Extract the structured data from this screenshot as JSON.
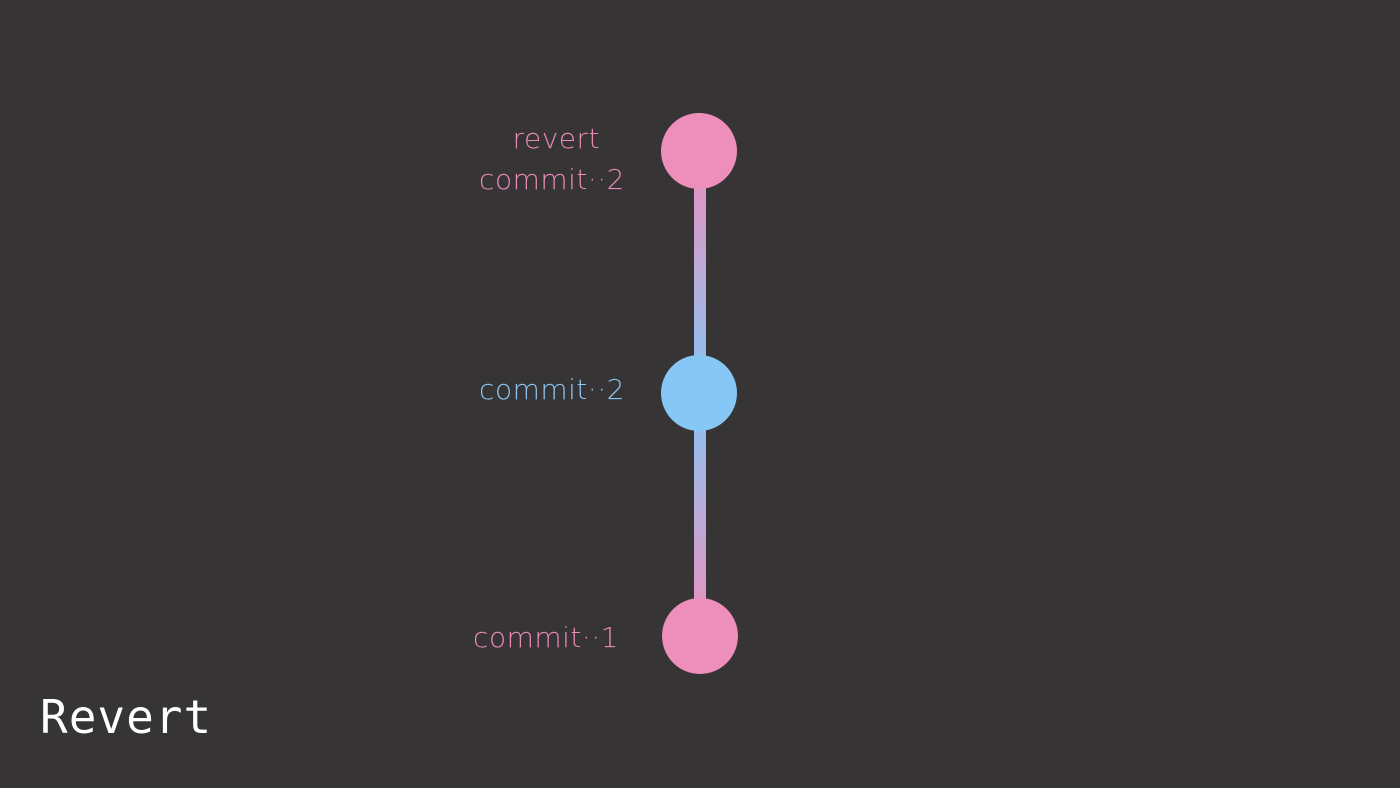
{
  "diagram": {
    "title": "Revert",
    "colors": {
      "background": "#363435",
      "pink": "#ee8ebb",
      "blue": "#86c7f6",
      "pink_label": "#e98ab7",
      "blue_label": "#8cc6f2",
      "title": "#ffffff"
    },
    "commits": [
      {
        "label_line1": "revert",
        "label_line2": "commit··2",
        "color": "pink"
      },
      {
        "label_line1": "commit··2",
        "color": "blue"
      },
      {
        "label_line1": "commit··1",
        "color": "pink"
      }
    ]
  }
}
